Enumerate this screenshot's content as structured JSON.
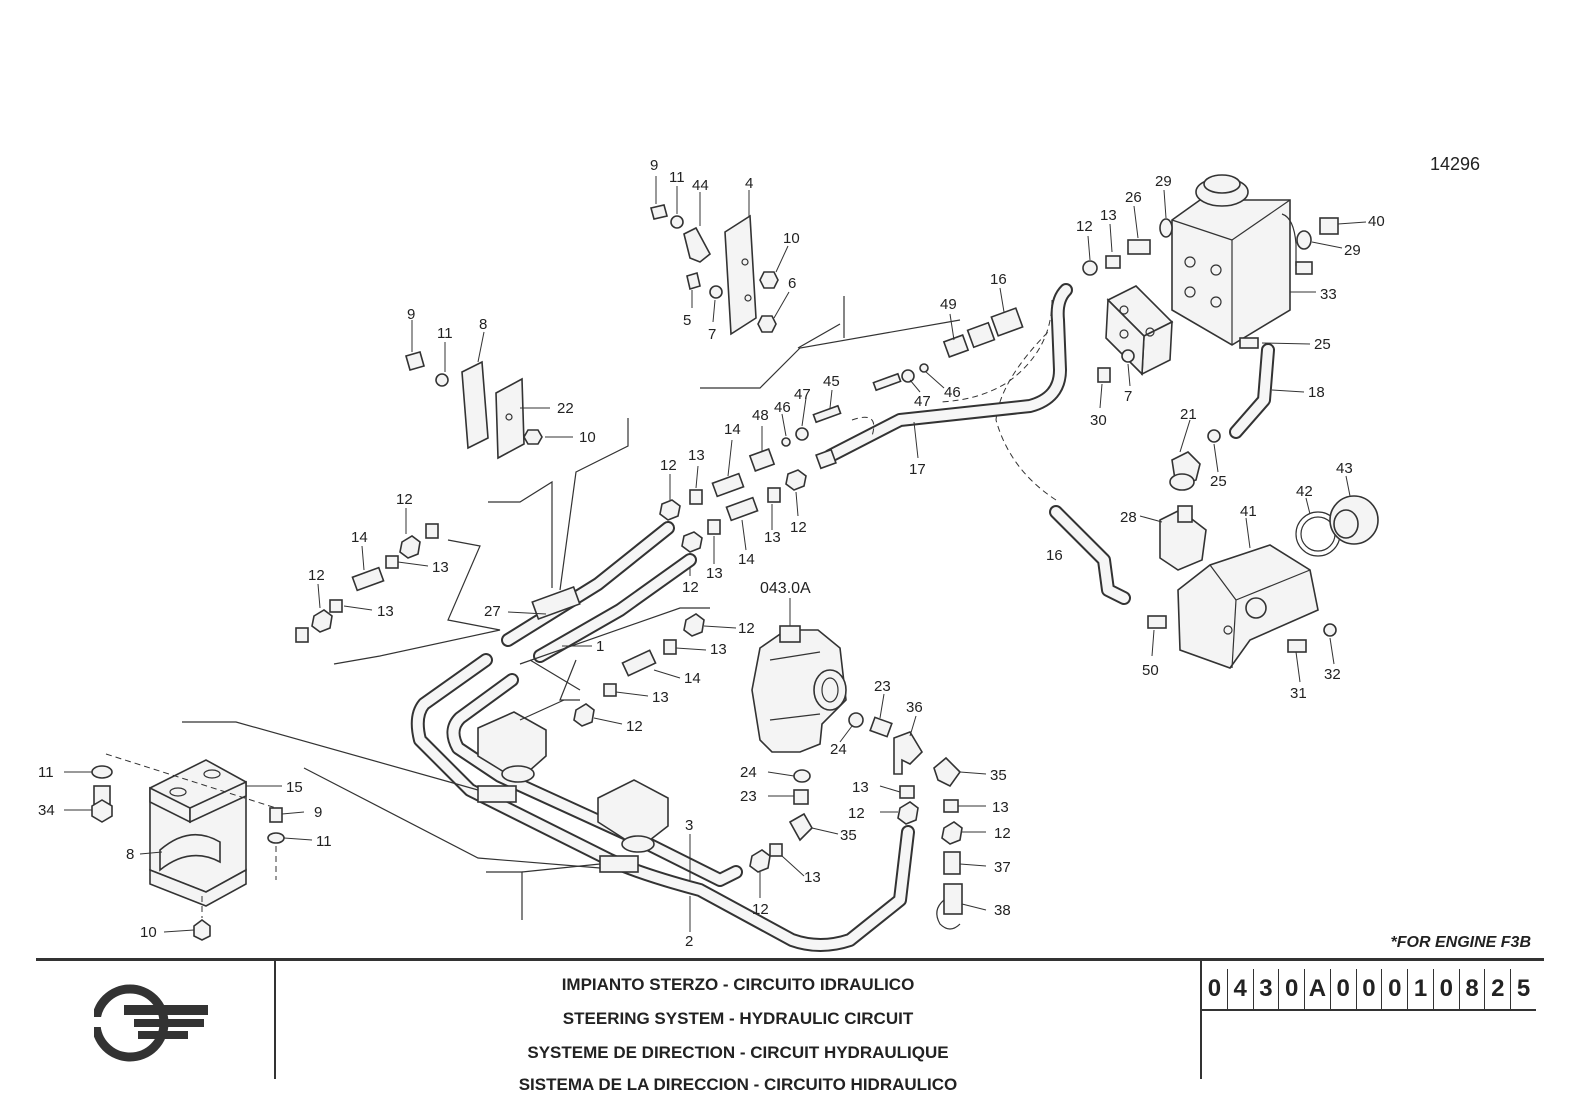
{
  "drawing_number": "14296",
  "sub_assembly_ref": "043.0A",
  "note": "*FOR ENGINE F3B",
  "titles": [
    "IMPIANTO STERZO - CIRCUITO IDRAULICO",
    "STEERING SYSTEM - HYDRAULIC CIRCUIT",
    "SYSTEME DE DIRECTION - CIRCUIT HYDRAULIQUE",
    "SISTEMA DE LA DIRECCION - CIRCUITO HIDRAULICO"
  ],
  "part_code": [
    "0",
    "4",
    "3",
    "0",
    "A",
    "0",
    "0",
    "0",
    "1",
    "0",
    "8",
    "2",
    "5"
  ],
  "callouts": {
    "c_9a": "9",
    "c_11a": "11",
    "c_44": "44",
    "c_4": "4",
    "c_10a": "10",
    "c_6": "6",
    "c_5": "5",
    "c_7a": "7",
    "c_9b": "9",
    "c_11b": "11",
    "c_8a": "8",
    "c_22": "22",
    "c_10b": "10",
    "c_49": "49",
    "c_16a": "16",
    "c_47a": "47",
    "c_46a": "46",
    "c_45": "45",
    "c_47b": "47",
    "c_46b": "46",
    "c_48": "48",
    "c_14a": "14",
    "c_17": "17",
    "c_12a": "12",
    "c_13a": "13",
    "c_12b": "12",
    "c_13b": "13",
    "c_14b": "14",
    "c_13c": "13",
    "c_12c": "12",
    "c_12d": "12",
    "c_14c": "14",
    "c_13d": "13",
    "c_12e": "12",
    "c_13e": "13",
    "c_27": "27",
    "c_1": "1",
    "c_12f": "12",
    "c_13f": "13",
    "c_14d": "14",
    "c_13g": "13",
    "c_12g": "12",
    "c_12h": "12",
    "c_13h": "13",
    "c_26": "26",
    "c_29a": "29",
    "c_40": "40",
    "c_29b": "29",
    "c_33": "33",
    "c_25a": "25",
    "c_18": "18",
    "c_30": "30",
    "c_7b": "7",
    "c_21": "21",
    "c_25b": "25",
    "c_43": "43",
    "c_42": "42",
    "c_41": "41",
    "c_28": "28",
    "c_16b": "16",
    "c_50": "50",
    "c_31": "31",
    "c_32": "32",
    "c_23a": "23",
    "c_36": "36",
    "c_24a": "24",
    "c_24b": "24",
    "c_23b": "23",
    "c_35a": "35",
    "c_13i": "13",
    "c_13j": "13",
    "c_12i": "12",
    "c_12j": "12",
    "c_35b": "35",
    "c_37": "37",
    "c_38": "38",
    "c_13k": "13",
    "c_12k": "12",
    "c_11c": "11",
    "c_34": "34",
    "c_15": "15",
    "c_9c": "9",
    "c_11d": "11",
    "c_8b": "8",
    "c_10c": "10",
    "c_3": "3",
    "c_2": "2"
  },
  "icons": {
    "logo": "company-logo-icon"
  }
}
